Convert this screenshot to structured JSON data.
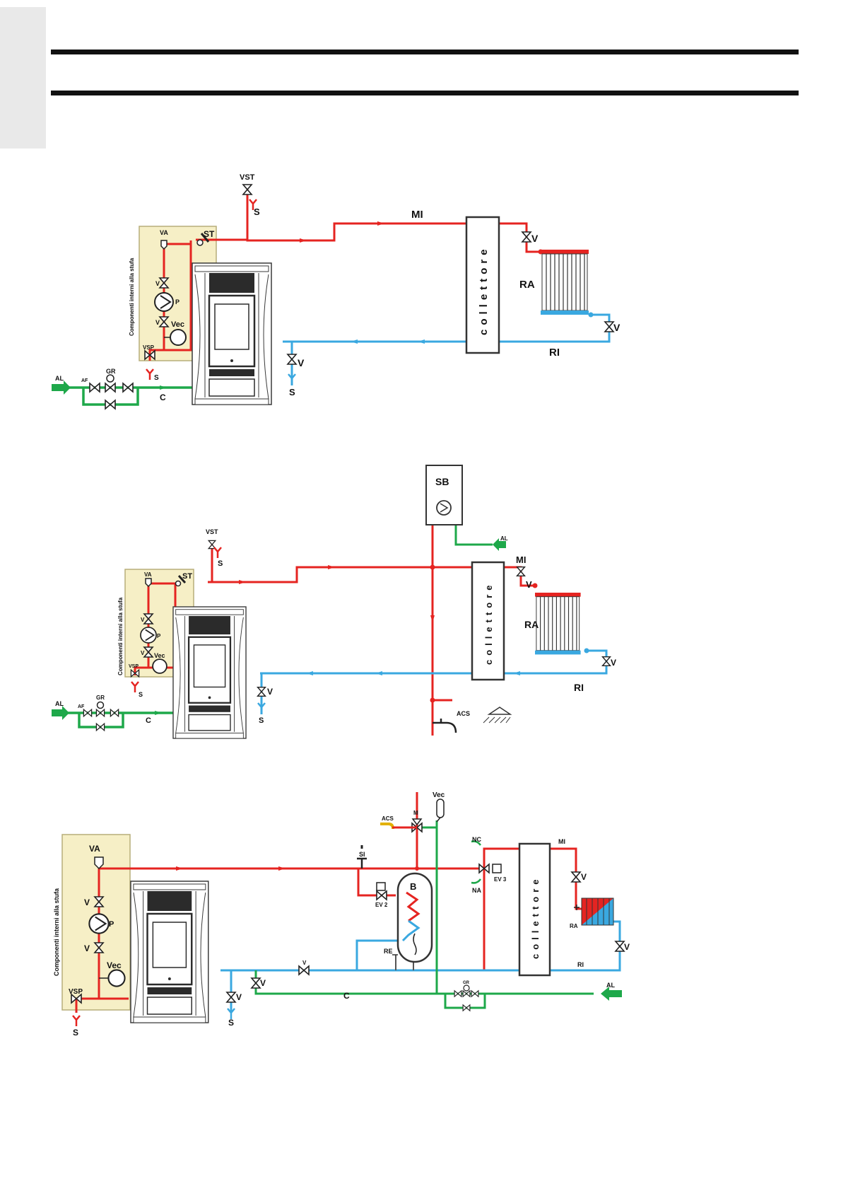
{
  "labels": {
    "components": "Componenti interni alla stufa",
    "collector": "collettore",
    "VST": "VST",
    "S": "S",
    "MI": "MI",
    "RI": "RI",
    "RA": "RA",
    "V": "V",
    "VA": "VA",
    "ST": "ST",
    "P": "P",
    "Vec": "Vec",
    "VSP": "VSP",
    "AL": "AL",
    "AF": "AF",
    "GR": "GR",
    "C": "C",
    "SB": "SB",
    "ACS": "ACS",
    "B": "B",
    "RE": "RE",
    "SI": "SI",
    "M": "M",
    "NC": "NC",
    "NA": "NA",
    "EV2": "EV 2",
    "EV3": "EV 3"
  },
  "colors": {
    "red": "#e52421",
    "blue": "#3aa8e0",
    "green": "#1ea84a",
    "panel": "#f6efc6",
    "panel_border": "#b7ad7a",
    "stove": "#3a3a3a"
  }
}
